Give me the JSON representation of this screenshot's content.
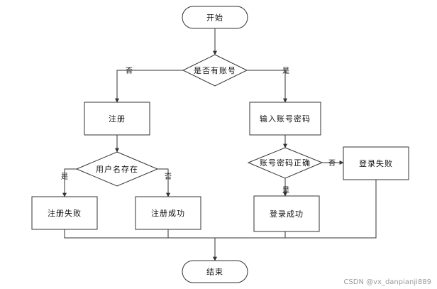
{
  "diagram": {
    "nodes": {
      "start": "开始",
      "has_account": "是否有账号",
      "register": "注册",
      "enter_credentials": "输入账号密码",
      "user_exists": "用户名存在",
      "credentials_correct": "账号密码正确",
      "login_fail": "登录失败",
      "register_fail": "注册失败",
      "register_success": "注册成功",
      "login_success": "登录成功",
      "end": "结束"
    },
    "edge_labels": {
      "has_account_no": "否",
      "has_account_yes": "是",
      "user_exists_yes": "是",
      "user_exists_no": "否",
      "credentials_no": "否",
      "credentials_yes": "是"
    },
    "colors": {
      "stroke": "#333333",
      "fill": "#ffffff",
      "text": "#111111"
    }
  },
  "watermark": "CSDN @vx_danpianji889"
}
